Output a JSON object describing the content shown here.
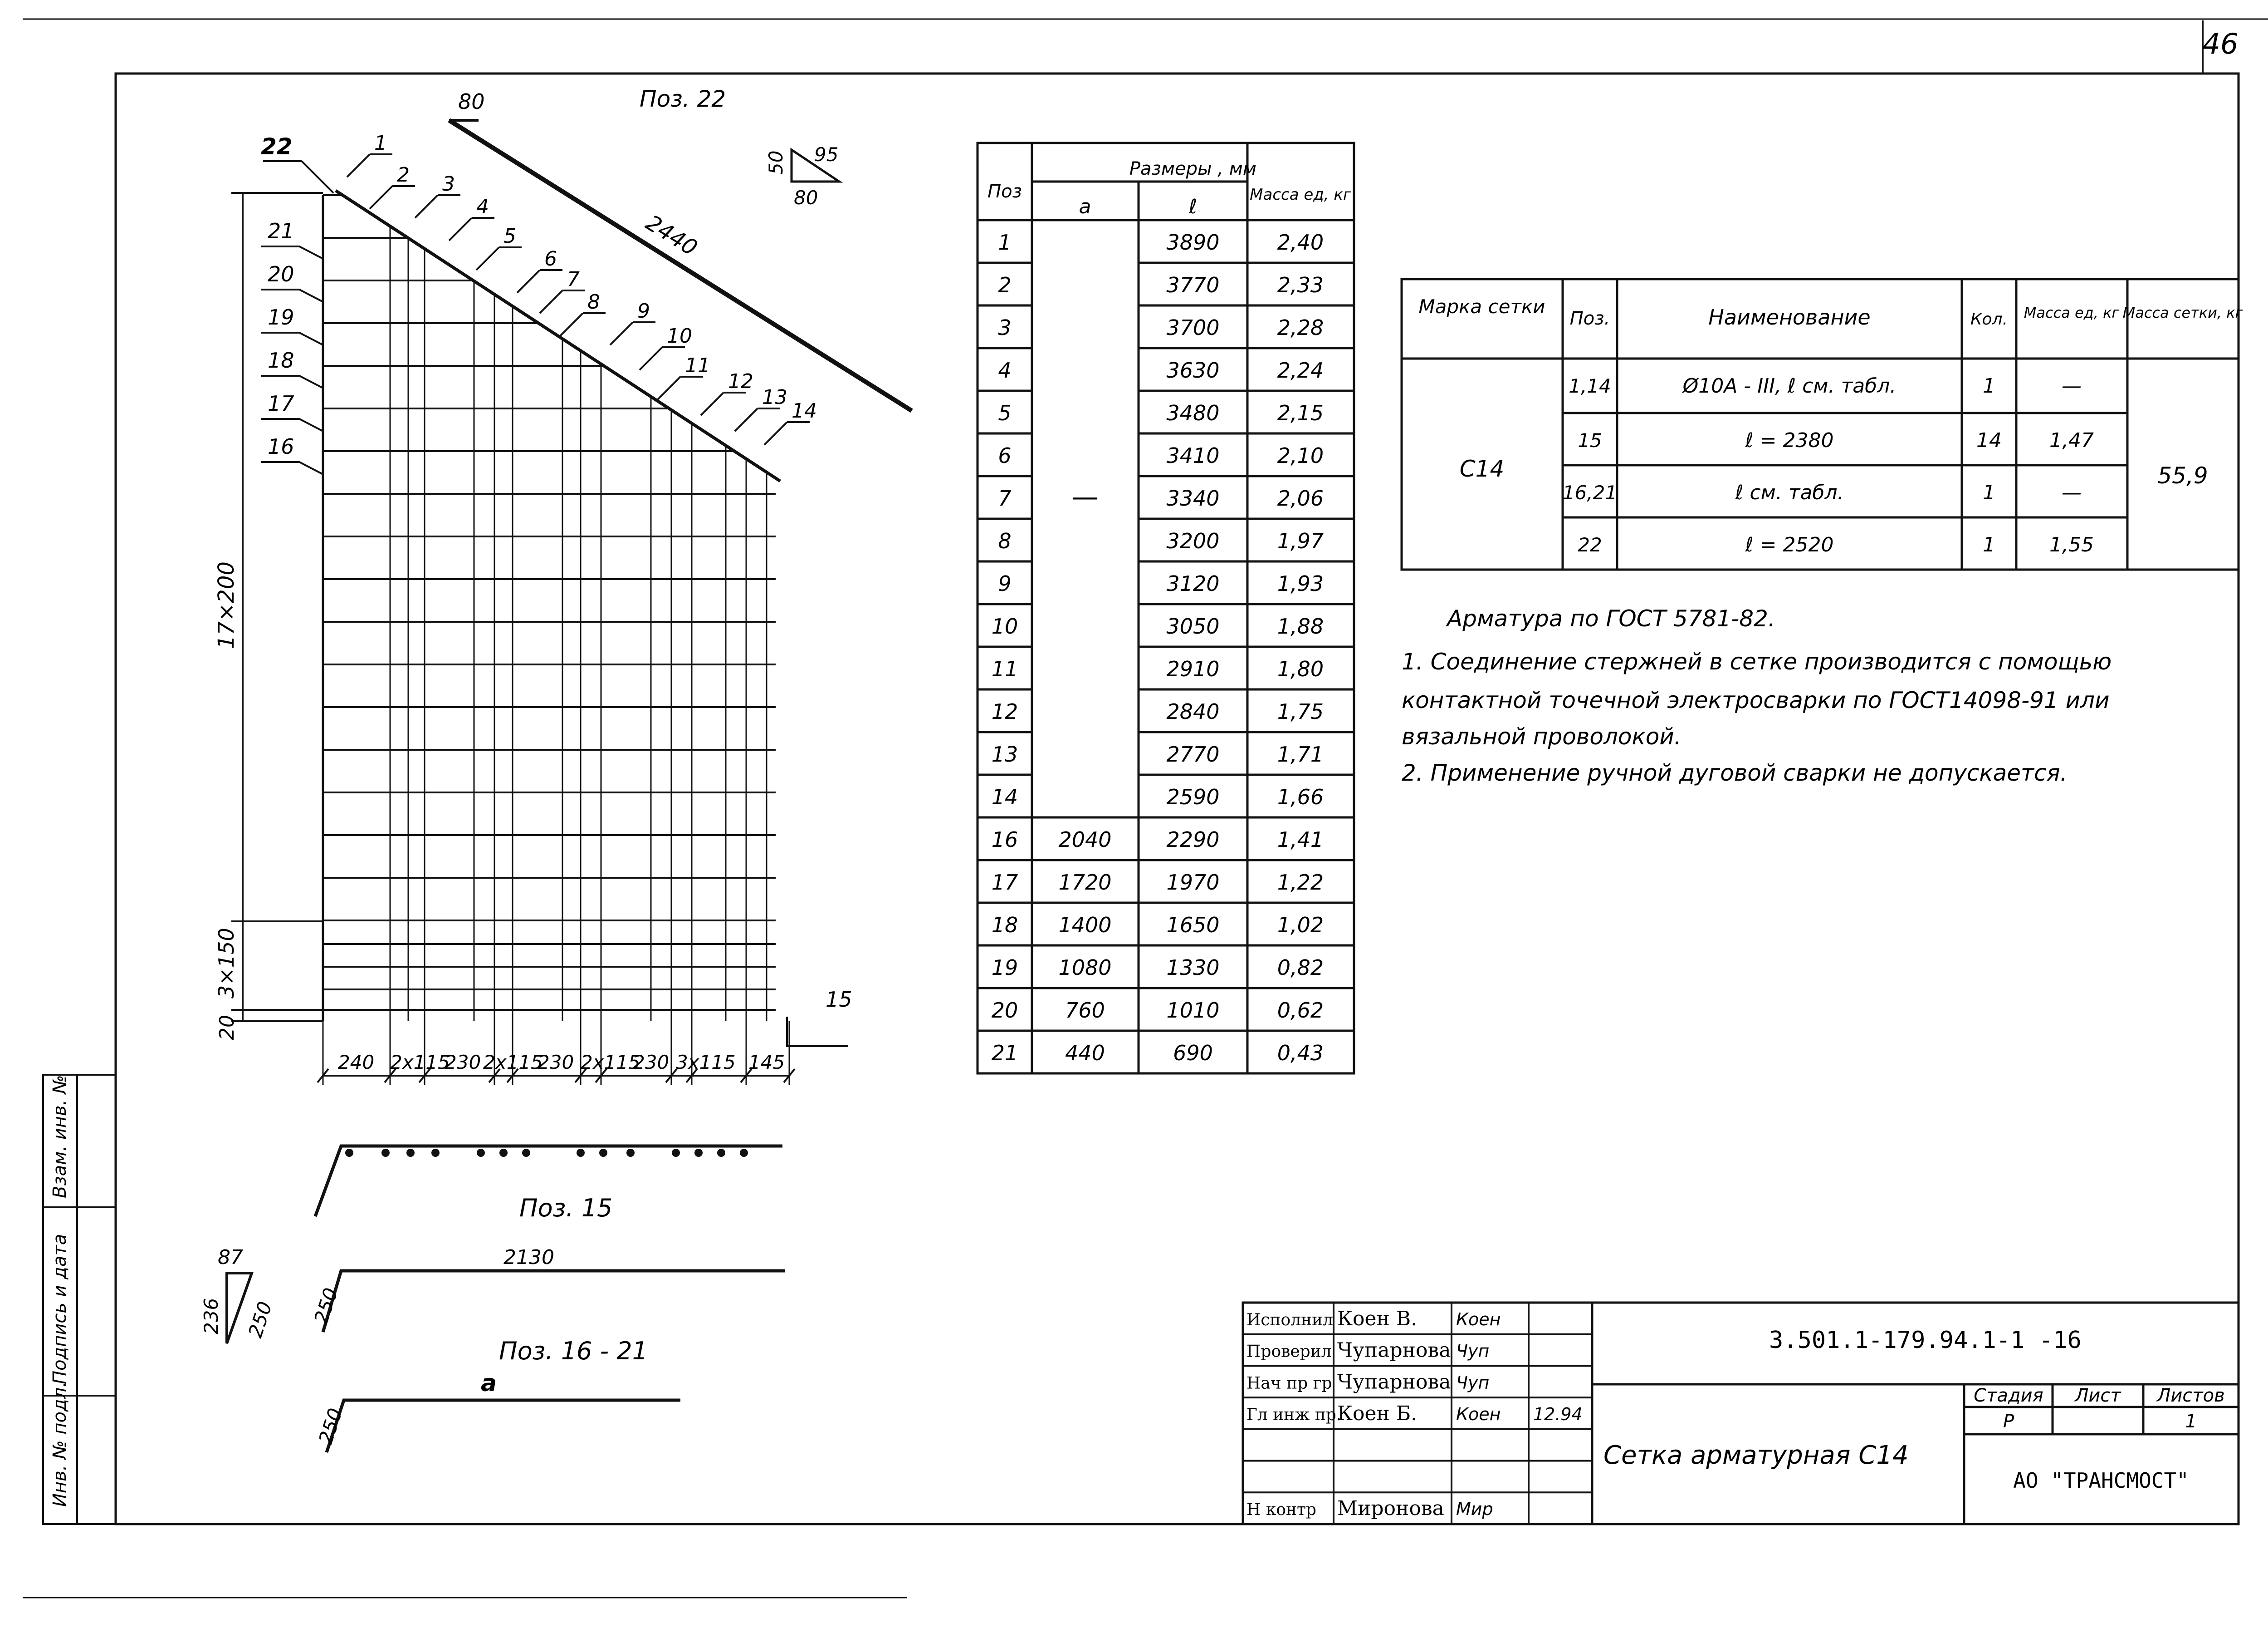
{
  "sheet_number": "46",
  "drawing": {
    "title_poz22": "Поз. 22",
    "dim_80_top": "80",
    "dim_2440": "2440",
    "tri_50": "50",
    "tri_95": "95",
    "tri_80": "80",
    "pos_22": "22",
    "left_labels": [
      "21",
      "20",
      "19",
      "18",
      "17",
      "16"
    ],
    "top_labels": [
      "1",
      "2",
      "3",
      "4",
      "5",
      "6",
      "7",
      "8",
      "9",
      "10",
      "11",
      "12",
      "13",
      "14"
    ],
    "dim_vertical_main": "17×200",
    "dim_vertical_small": "3×150",
    "dim_vertical_20": "20",
    "pos_15": "15",
    "bottom_dims": [
      "240",
      "2x115",
      "230",
      "2x115",
      "230",
      "2x115",
      "230",
      "3x115",
      "145"
    ],
    "poz15_label": "Поз. 15",
    "poz16_label": "Поз. 16 - 21",
    "dim_2130": "2130",
    "dim_250_a": "250",
    "dim_250_b": "250",
    "letter_a": "a",
    "tri2_87": "87",
    "tri2_236": "236",
    "tri2_250": "250"
  },
  "table1": {
    "h_poz": "Поз",
    "h_sizes": "Размеры , мм",
    "h_a": "a",
    "h_l": "ℓ",
    "h_mass": "Масса ед, кг",
    "dash": "—",
    "rows": [
      {
        "poz": "1",
        "a": "",
        "l": "3890",
        "m": "2,40"
      },
      {
        "poz": "2",
        "a": "",
        "l": "3770",
        "m": "2,33"
      },
      {
        "poz": "3",
        "a": "",
        "l": "3700",
        "m": "2,28"
      },
      {
        "poz": "4",
        "a": "",
        "l": "3630",
        "m": "2,24"
      },
      {
        "poz": "5",
        "a": "",
        "l": "3480",
        "m": "2,15"
      },
      {
        "poz": "6",
        "a": "",
        "l": "3410",
        "m": "2,10"
      },
      {
        "poz": "7",
        "a": "",
        "l": "3340",
        "m": "2,06"
      },
      {
        "poz": "8",
        "a": "",
        "l": "3200",
        "m": "1,97"
      },
      {
        "poz": "9",
        "a": "",
        "l": "3120",
        "m": "1,93"
      },
      {
        "poz": "10",
        "a": "",
        "l": "3050",
        "m": "1,88"
      },
      {
        "poz": "11",
        "a": "",
        "l": "2910",
        "m": "1,80"
      },
      {
        "poz": "12",
        "a": "",
        "l": "2840",
        "m": "1,75"
      },
      {
        "poz": "13",
        "a": "",
        "l": "2770",
        "m": "1,71"
      },
      {
        "poz": "14",
        "a": "",
        "l": "2590",
        "m": "1,66"
      },
      {
        "poz": "16",
        "a": "2040",
        "l": "2290",
        "m": "1,41"
      },
      {
        "poz": "17",
        "a": "1720",
        "l": "1970",
        "m": "1,22"
      },
      {
        "poz": "18",
        "a": "1400",
        "l": "1650",
        "m": "1,02"
      },
      {
        "poz": "19",
        "a": "1080",
        "l": "1330",
        "m": "0,82"
      },
      {
        "poz": "20",
        "a": "760",
        "l": "1010",
        "m": "0,62"
      },
      {
        "poz": "21",
        "a": "440",
        "l": "690",
        "m": "0,43"
      }
    ]
  },
  "table2": {
    "h_mark": "Марка сетки",
    "h_poz": "Поз.",
    "h_name": "Наименование",
    "h_qty": "Кол.",
    "h_mass_unit": "Масса ед, кг",
    "h_mass_net": "Масса сетки, кг",
    "mark": "С14",
    "total_mass": "55,9",
    "rows": [
      {
        "poz": "1,14",
        "name": "Ø10А - III,  ℓ см. табл.",
        "qty": "1",
        "mass": "—"
      },
      {
        "poz": "15",
        "name": "ℓ = 2380",
        "qty": "14",
        "mass": "1,47"
      },
      {
        "poz": "16,21",
        "name": "ℓ см. табл.",
        "qty": "1",
        "mass": "—"
      },
      {
        "poz": "22",
        "name": "ℓ = 2520",
        "qty": "1",
        "mass": "1,55"
      }
    ]
  },
  "notes": {
    "line0": "Арматура  по  ГОСТ 5781-82.",
    "line1": "1.  Соединение  стержней  в сетке  производится  с помощью",
    "line2": "контактной  точечной  электросварки  по ГОСТ14098-91 или",
    "line3": "вязальной  проволокой.",
    "line4": "2.  Применение  ручной  дуговой  сварки  не  допускается."
  },
  "stamp": {
    "rows": [
      {
        "role": "Исполнил",
        "name": "Коен В.",
        "sign": "Коен",
        "date": ""
      },
      {
        "role": "Проверил",
        "name": "Чупарнова",
        "sign": "Чуп",
        "date": ""
      },
      {
        "role": "Нач пр гр",
        "name": "Чупарнова",
        "sign": "Чуп",
        "date": ""
      },
      {
        "role": "Гл инж пр.",
        "name": "Коен Б.",
        "sign": "Коен",
        "date": "12.94"
      },
      {
        "role": "",
        "name": "",
        "sign": "",
        "date": ""
      },
      {
        "role": "",
        "name": "",
        "sign": "",
        "date": ""
      },
      {
        "role": "Н контр",
        "name": "Миронова",
        "sign": "Мир",
        "date": ""
      }
    ],
    "code": "3.501.1-179.94.1-1 -16",
    "stage_h": "Стадия",
    "sheet_h": "Лист",
    "sheets_h": "Листов",
    "stage": "Р",
    "sheets": "1",
    "title": "Сетка  арматурная   С14",
    "org": "АО \"ТРАНСМОСТ\""
  },
  "side_stamp": {
    "c1": "Инв. № подл.",
    "c2": "Подпись и дата",
    "c3": "Взам. инв. №"
  }
}
